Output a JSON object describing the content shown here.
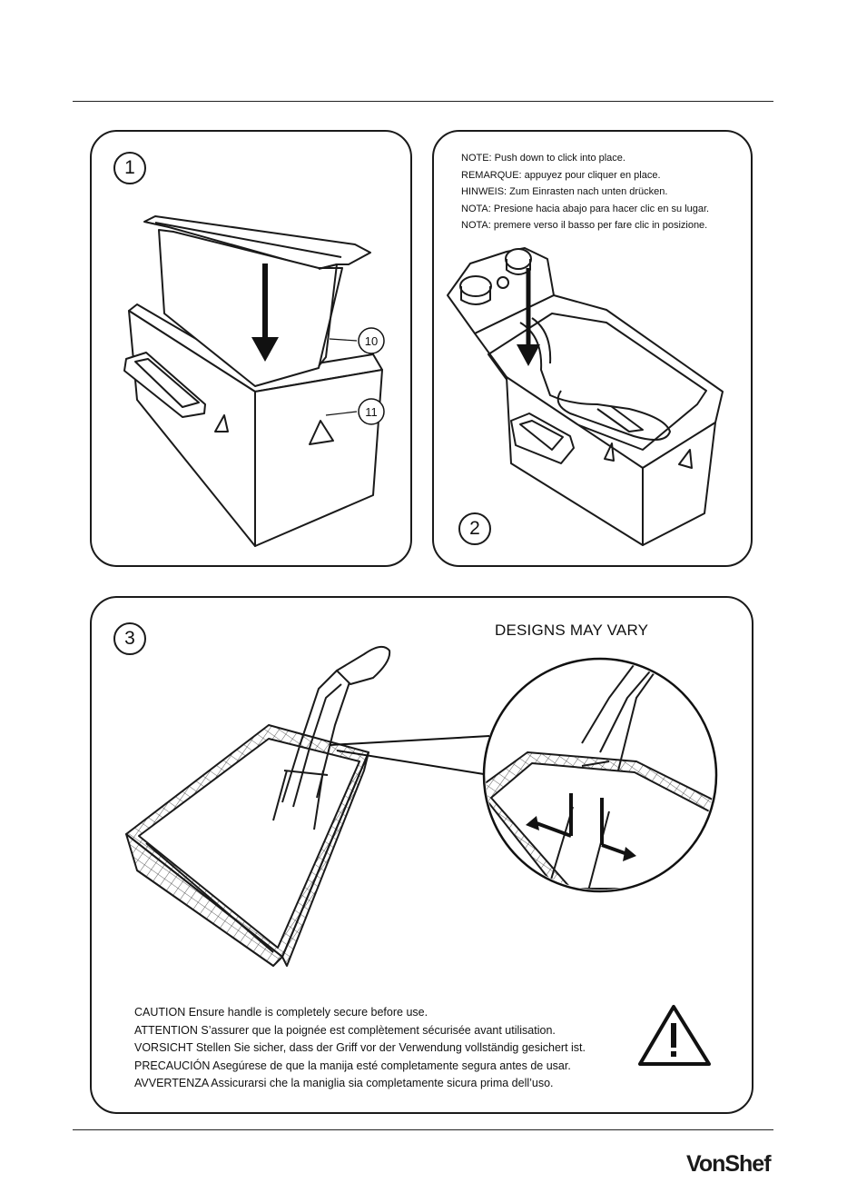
{
  "panel1": {
    "step_number": "1",
    "callouts": [
      "10",
      "11"
    ]
  },
  "panel2": {
    "step_number": "2",
    "notes": [
      "NOTE: Push down to click into place.",
      "REMARQUE: appuyez pour cliquer en place.",
      "HINWEIS: Zum Einrasten nach unten drücken.",
      "NOTA: Presione hacia abajo para hacer clic en su lugar.",
      "NOTA: premere verso il basso per fare clic in posizione."
    ]
  },
  "panel3": {
    "step_number": "3",
    "designs_note": "DESIGNS MAY VARY",
    "cautions": [
      "CAUTION Ensure handle is completely secure before use.",
      "ATTENTION S’assurer que la poignée est complètement sécurisée avant utilisation.",
      "VORSICHT Stellen Sie sicher, dass der Griff vor der Verwendung vollständig gesichert ist.",
      "PRECAUCIÓN Asegúrese de que la manija esté completamente segura antes de usar.",
      "AVVERTENZA Assicurarsi che la maniglia sia completamente sicura prima dell’uso."
    ],
    "warning_icon": "warning-triangle-icon"
  },
  "footer": {
    "brand": "VonShef"
  }
}
